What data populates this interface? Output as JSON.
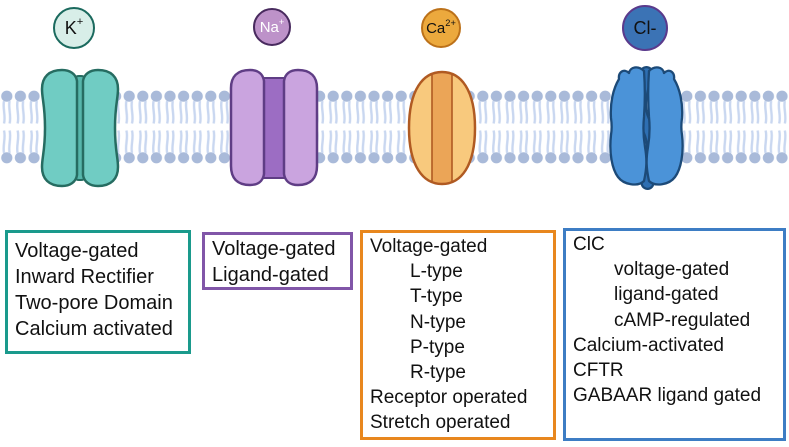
{
  "ions": [
    {
      "name": "potassium",
      "base": "K",
      "sup": "+",
      "circle": {
        "fill": "#d8eee8",
        "border": "#1b6a5e",
        "text_color": "#111111"
      }
    },
    {
      "name": "sodium",
      "base": "Na",
      "sup": "+",
      "circle": {
        "fill": "#bd92c9",
        "border": "#482a5e",
        "text_color": "#ffffff"
      }
    },
    {
      "name": "calcium",
      "base": "Ca",
      "sup": "2+",
      "circle": {
        "fill": "#eca93d",
        "border": "#bc7119",
        "text_color": "#111111"
      }
    },
    {
      "name": "chloride",
      "base": "Cl-",
      "sup": "",
      "circle": {
        "fill": "#3b73b5",
        "border": "#5a3a8c",
        "text_color": "#111111"
      }
    }
  ],
  "channels": [
    {
      "name": "potassium-channel",
      "fill": "#70ccc3",
      "inner": "#57b6ab",
      "stroke": "#266c61"
    },
    {
      "name": "sodium-channel",
      "fill": "#caa4df",
      "inner": "#9c6dc3",
      "stroke": "#5f3d85"
    },
    {
      "name": "calcium-channel",
      "fill": "#f8c97d",
      "inner": "#eba557",
      "stroke": "#b05a22"
    },
    {
      "name": "chloride-channel",
      "fill": "#4b93d8",
      "inner": "#2e6fb2",
      "stroke": "#1c4a78"
    }
  ],
  "membrane": {
    "head_color": "#a9bad9",
    "tail_color": "#c9d7f0"
  },
  "boxes": [
    {
      "ion": "K+",
      "border_color": "#1a9a8c",
      "lines": [
        {
          "text": "Voltage-gated"
        },
        {
          "text": "Inward Rectifier"
        },
        {
          "text": "Two-pore Domain"
        },
        {
          "text": "Calcium activated"
        }
      ]
    },
    {
      "ion": "Na+",
      "border_color": "#8156a8",
      "lines": [
        {
          "text": "Voltage-gated"
        },
        {
          "text": "Ligand-gated"
        }
      ]
    },
    {
      "ion": "Ca2+",
      "border_color": "#e8871e",
      "lines": [
        {
          "text": "Voltage-gated"
        },
        {
          "text": "L-type",
          "indent": true
        },
        {
          "text": "T-type",
          "indent": true
        },
        {
          "text": "N-type",
          "indent": true
        },
        {
          "text": "P-type",
          "indent": true
        },
        {
          "text": "R-type",
          "indent": true
        },
        {
          "text": "Receptor operated"
        },
        {
          "text": "Stretch operated"
        }
      ]
    },
    {
      "ion": "Cl-",
      "border_color": "#3d7dc4",
      "lines": [
        {
          "text": "ClC"
        },
        {
          "text": "voltage-gated",
          "indent": true
        },
        {
          "text": "ligand-gated",
          "indent": true
        },
        {
          "text": "cAMP-regulated",
          "indent": true
        },
        {
          "text": "Calcium-activated"
        },
        {
          "text": "CFTR"
        },
        {
          "text": "GABAAR ligand gated"
        }
      ]
    }
  ]
}
